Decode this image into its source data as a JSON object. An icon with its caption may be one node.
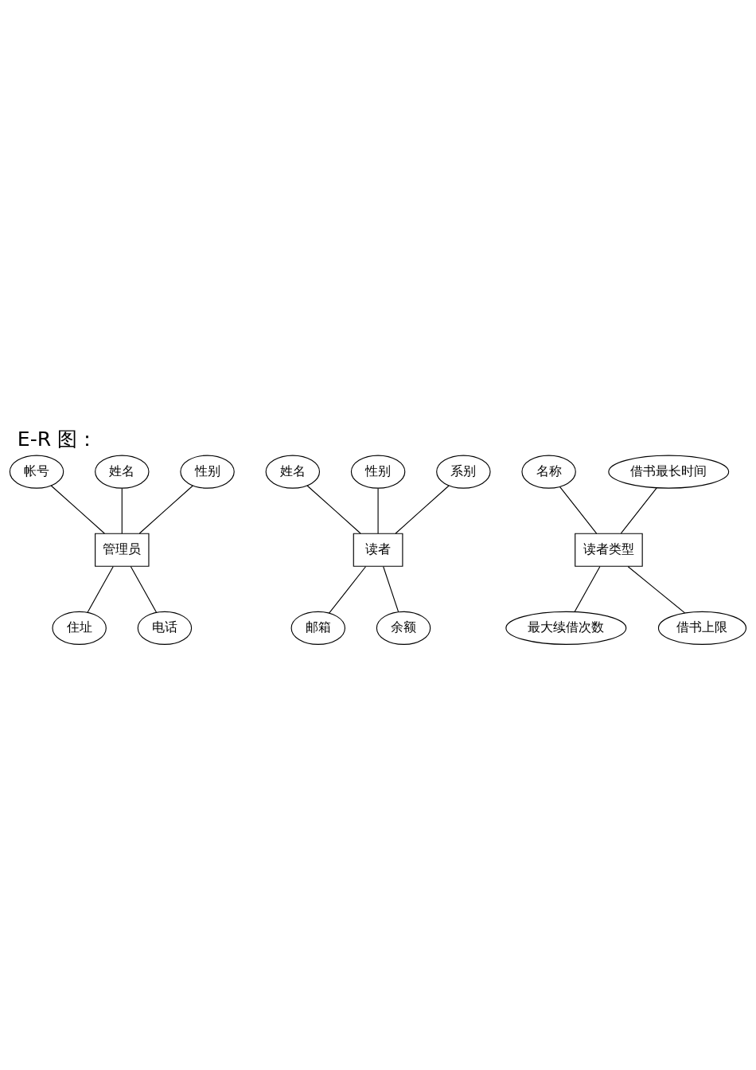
{
  "diagram": {
    "title": "E-R 图：",
    "nodes": [
      {
        "text": [
          "帐号"
        ]
      },
      {
        "text": [
          "姓名"
        ]
      },
      {
        "text": [
          "性别"
        ]
      },
      {
        "text": [
          "管理员"
        ]
      },
      {
        "text": [
          "住址"
        ]
      },
      {
        "text": [
          "电话"
        ]
      },
      {
        "text": [
          "姓名"
        ]
      },
      {
        "text": [
          "性别"
        ]
      },
      {
        "text": [
          "系别"
        ]
      },
      {
        "text": [
          "读者"
        ]
      },
      {
        "text": [
          "邮箱"
        ]
      },
      {
        "text": [
          "余额"
        ]
      },
      {
        "text": [
          "名称"
        ]
      },
      {
        "text": [
          "借书最长时间"
        ]
      },
      {
        "text": [
          "读者类型"
        ]
      },
      {
        "text": [
          "最大续借次数"
        ]
      },
      {
        "text": [
          "借书上限"
        ]
      }
    ],
    "edges": [
      {
        "from": 0,
        "to": 3,
        "arrow": "none"
      },
      {
        "from": 1,
        "to": 3,
        "arrow": "none"
      },
      {
        "from": 2,
        "to": 3,
        "arrow": "none"
      },
      {
        "from": 3,
        "to": 4,
        "arrow": "none"
      },
      {
        "from": 3,
        "to": 5,
        "arrow": "none"
      },
      {
        "from": 6,
        "to": 9,
        "arrow": "none"
      },
      {
        "from": 7,
        "to": 9,
        "arrow": "none"
      },
      {
        "from": 8,
        "to": 9,
        "arrow": "none"
      },
      {
        "from": 9,
        "to": 10,
        "arrow": "none"
      },
      {
        "from": 9,
        "to": 11,
        "arrow": "none"
      },
      {
        "from": 12,
        "to": 14,
        "arrow": "none"
      },
      {
        "from": 13,
        "to": 14,
        "arrow": "none"
      },
      {
        "from": 14,
        "to": 15,
        "arrow": "none"
      },
      {
        "from": 14,
        "to": 16,
        "arrow": "none"
      }
    ]
  }
}
